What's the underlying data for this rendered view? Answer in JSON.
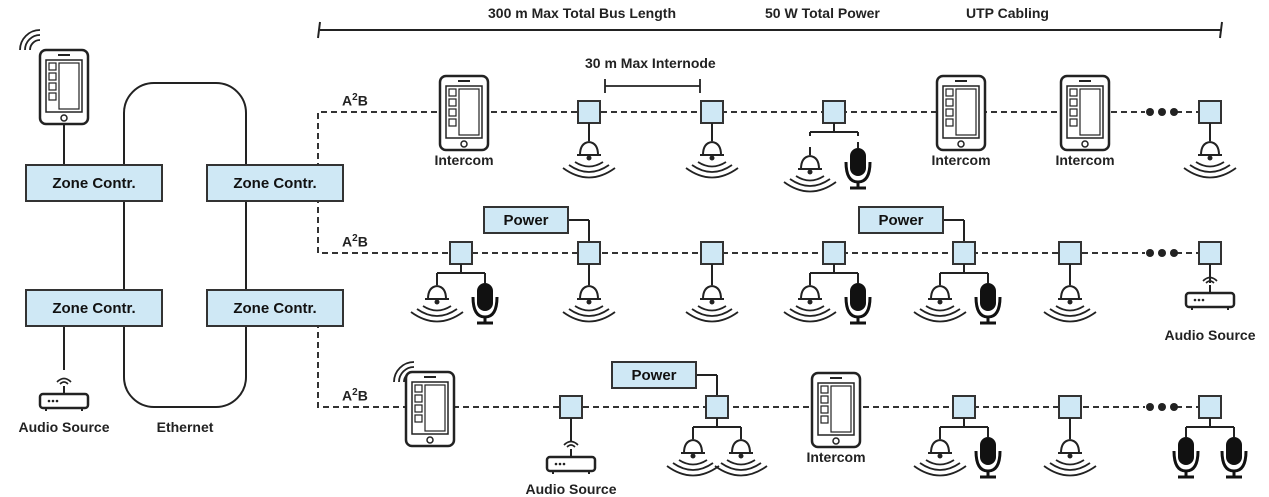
{
  "header": {
    "bus_length": "300 m Max Total Bus Length",
    "total_power": "50 W Total Power",
    "cabling": "UTP Cabling",
    "internode": "30 m Max Internode"
  },
  "controllers": {
    "zone_label": "Zone Contr.",
    "ethernet": "Ethernet",
    "audio_source": "Audio Source"
  },
  "buses": {
    "a2b_base": "A",
    "a2b_sup": "2",
    "a2b_tail": "B",
    "power_label": "Power",
    "intercom_label": "Intercom",
    "audio_source_label": "Audio Source"
  },
  "colors": {
    "box_fill": "#cfe8f5",
    "line": "#333333"
  },
  "icons": [
    "phone-icon",
    "speaker-icon",
    "microphone-icon",
    "router-icon",
    "wifi-icon",
    "ellipsis-icon"
  ]
}
